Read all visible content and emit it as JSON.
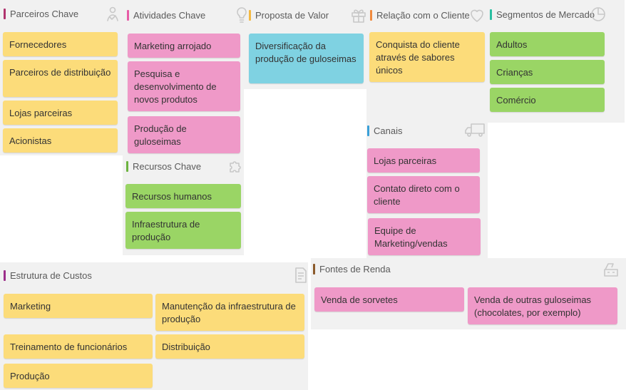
{
  "colors": {
    "yellow_note": "#fcdc7a",
    "pink_note": "#ef99c8",
    "green_note": "#9ad565",
    "blue_note": "#7fd2e2",
    "panel_bg": "#f1f1f1"
  },
  "parceiros_chave": {
    "title": "Parceiros Chave",
    "accent": "#b0336e",
    "icon": "handshake-icon",
    "notes": [
      "Fornecedores",
      "Parceiros de distribuição",
      "Lojas parceiras",
      "Acionistas"
    ]
  },
  "atividades_chave": {
    "title": "Atividades Chave",
    "accent": "#e75ba6",
    "icon": "lightbulb-icon",
    "notes": [
      "Marketing arrojado",
      "Pesquisa e desenvolvimento de novos produtos",
      "Produção de guloseimas"
    ]
  },
  "recursos_chave": {
    "title": "Recursos Chave",
    "accent": "#6cb33f",
    "icon": "puzzle-icon",
    "notes": [
      "Recursos humanos",
      "Infraestrutura de produção"
    ]
  },
  "proposta_valor": {
    "title": "Proposta de Valor",
    "accent": "#f4b942",
    "icon": "gift-icon",
    "notes": [
      "Diversificação da produção de guloseimas"
    ]
  },
  "relacao_cliente": {
    "title": "Relação com o Cliente",
    "accent": "#f08a3e",
    "icon": "heart-icon",
    "notes": [
      "Conquista do cliente através de sabores únicos"
    ]
  },
  "canais": {
    "title": "Canais",
    "accent": "#3aa0d8",
    "icon": "truck-icon",
    "notes": [
      "Lojas parceiras",
      "Contato direto com o cliente",
      "Equipe de Marketing/vendas"
    ]
  },
  "segmentos_mercado": {
    "title": "Segmentos de Mercado",
    "accent": "#2bbfa2",
    "icon": "pie-chart-icon",
    "notes": [
      "Adultos",
      "Crianças",
      "Comércio"
    ]
  },
  "estrutura_custos": {
    "title": "Estrutura de Custos",
    "accent": "#9c2e8a",
    "icon": "document-icon",
    "notes": [
      "Marketing",
      "Manutenção da infraestrutura de produção",
      "Treinamento de funcionários",
      "Distribuição",
      "Produção"
    ]
  },
  "fontes_renda": {
    "title": "Fontes de Renda",
    "accent": "#8b5a2b",
    "icon": "cash-register-icon",
    "notes": [
      "Venda de sorvetes",
      "Venda de outras guloseimas (chocolates, por exemplo)"
    ]
  }
}
